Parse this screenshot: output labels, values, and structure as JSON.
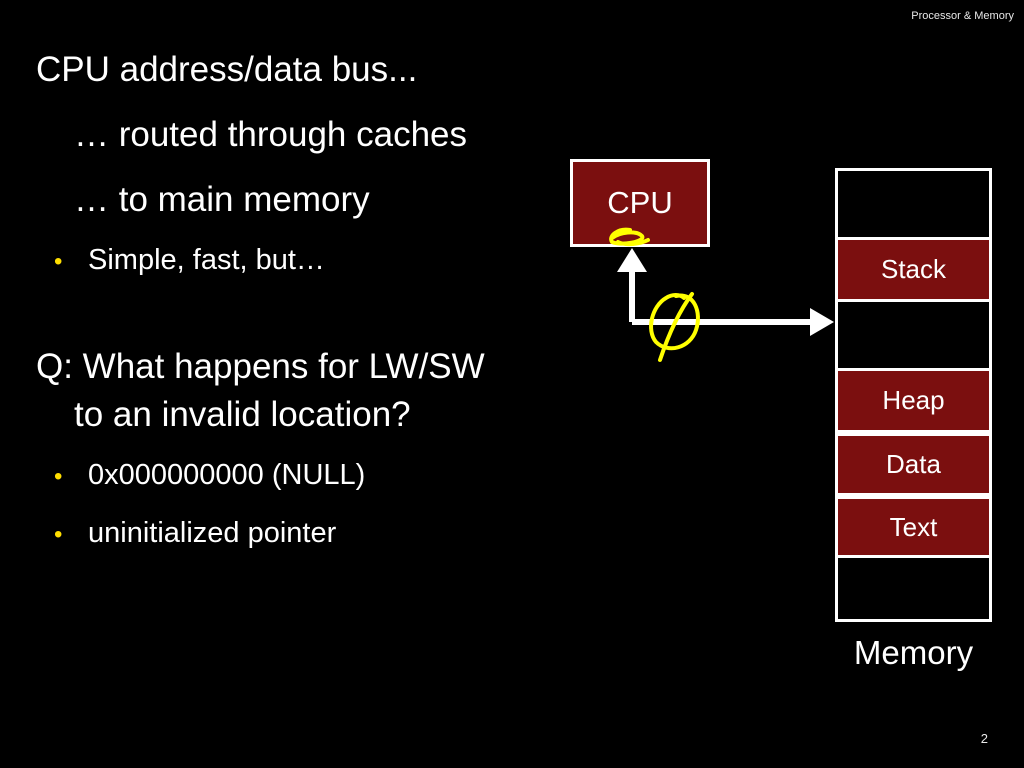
{
  "header": {
    "title": "Processor & Memory"
  },
  "content": {
    "line1": "CPU address/data bus...",
    "line2": "… routed through caches",
    "line3": "… to main memory",
    "bullet1": "Simple, fast, but…",
    "question_line1": "Q: What happens for LW/SW",
    "question_line2": "to an invalid location?",
    "bullet2": "0x000000000 (NULL)",
    "bullet3": "uninitialized pointer"
  },
  "diagram": {
    "cpu_label": "CPU",
    "memory_segments": [
      "Stack",
      "Heap",
      "Data",
      "Text"
    ],
    "memory_label": "Memory"
  },
  "annotation_color": "#ffff00",
  "segment_color": "#7b0f0f",
  "slide_number": "2"
}
